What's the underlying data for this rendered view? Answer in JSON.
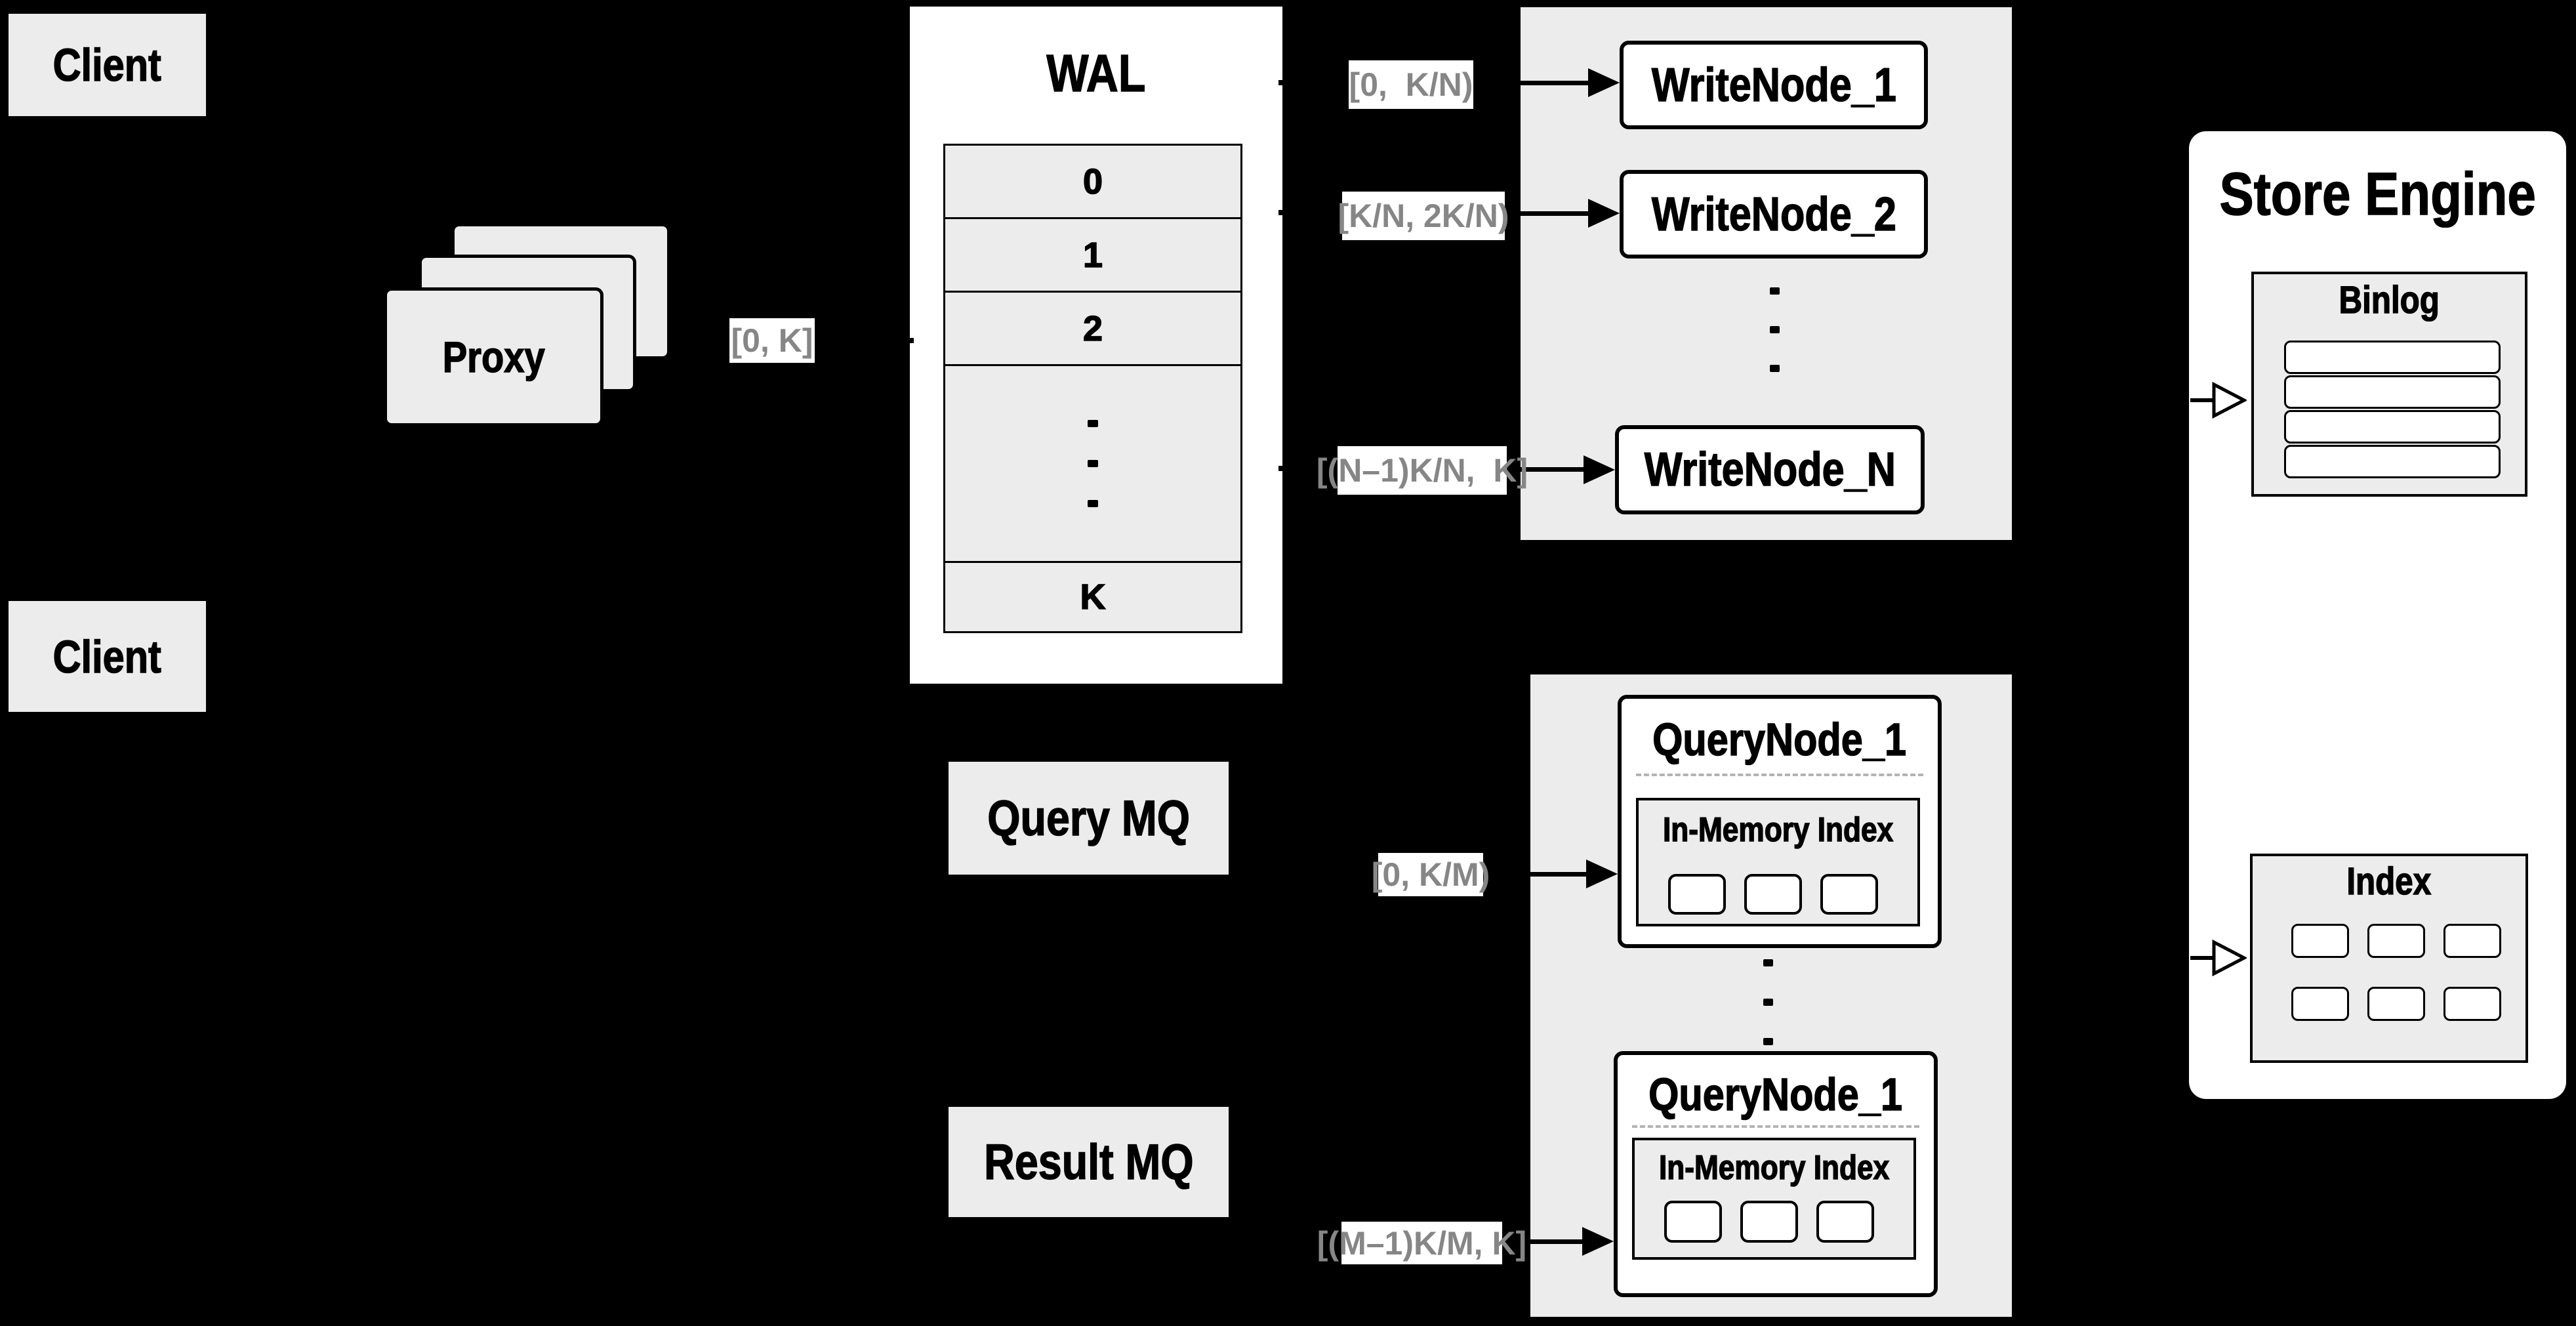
{
  "colors": {
    "background": "#000000",
    "panel_gray": "#ececec",
    "box_white": "#ffffff",
    "line_black": "#000000",
    "range_label_text": "#868686",
    "dashed_separator": "#b3b3b3"
  },
  "clients": {
    "top_label": "Client",
    "bottom_label": "Client"
  },
  "proxy": {
    "label": "Proxy"
  },
  "wal": {
    "title": "WAL",
    "slots": [
      "0",
      "1",
      "2"
    ],
    "last_slot": "K"
  },
  "flow_labels": {
    "proxy_to_wal": "[0, K]",
    "write_1": "[0,  K/N)",
    "write_2": "[K/N, 2K/N)",
    "write_n": "[(N–1)K/N,  K]",
    "query_1": "[0, K/M)",
    "query_m": "[(M–1)K/M, K]"
  },
  "write_nodes": {
    "node_1": "WriteNode_1",
    "node_2": "WriteNode_2",
    "node_n": "WriteNode_N"
  },
  "message_queues": {
    "query": "Query MQ",
    "result": "Result MQ"
  },
  "query_nodes": {
    "top": {
      "title": "QueryNode_1",
      "inner_title": "In-Memory Index"
    },
    "bottom": {
      "title": "QueryNode_1",
      "inner_title": "In-Memory Index"
    }
  },
  "store_engine": {
    "title": "Store Engine",
    "binlog_title": "Binlog",
    "index_title": "Index"
  }
}
